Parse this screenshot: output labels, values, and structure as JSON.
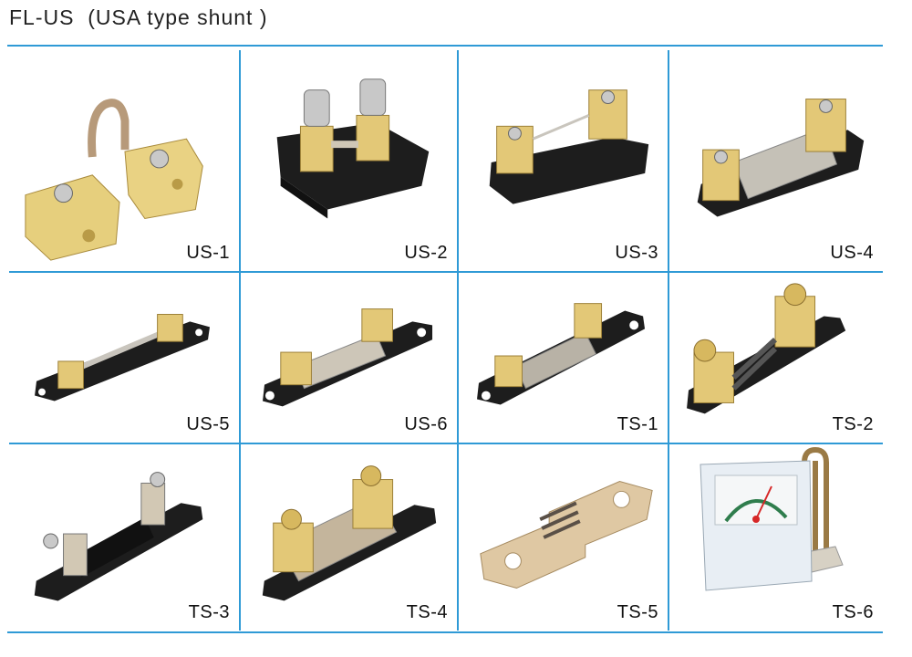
{
  "header": {
    "title": "FL-US  (USA type shunt )"
  },
  "products": [
    {
      "label": "US-1"
    },
    {
      "label": "US-2"
    },
    {
      "label": "US-3"
    },
    {
      "label": "US-4"
    },
    {
      "label": "US-5"
    },
    {
      "label": "US-6"
    },
    {
      "label": "TS-1"
    },
    {
      "label": "TS-2"
    },
    {
      "label": "TS-3"
    },
    {
      "label": "TS-4"
    },
    {
      "label": "TS-5"
    },
    {
      "label": "TS-6"
    }
  ],
  "colors": {
    "rule": "#2f9ad6",
    "brass": "#e6c66b",
    "base": "#1d1d1d"
  }
}
